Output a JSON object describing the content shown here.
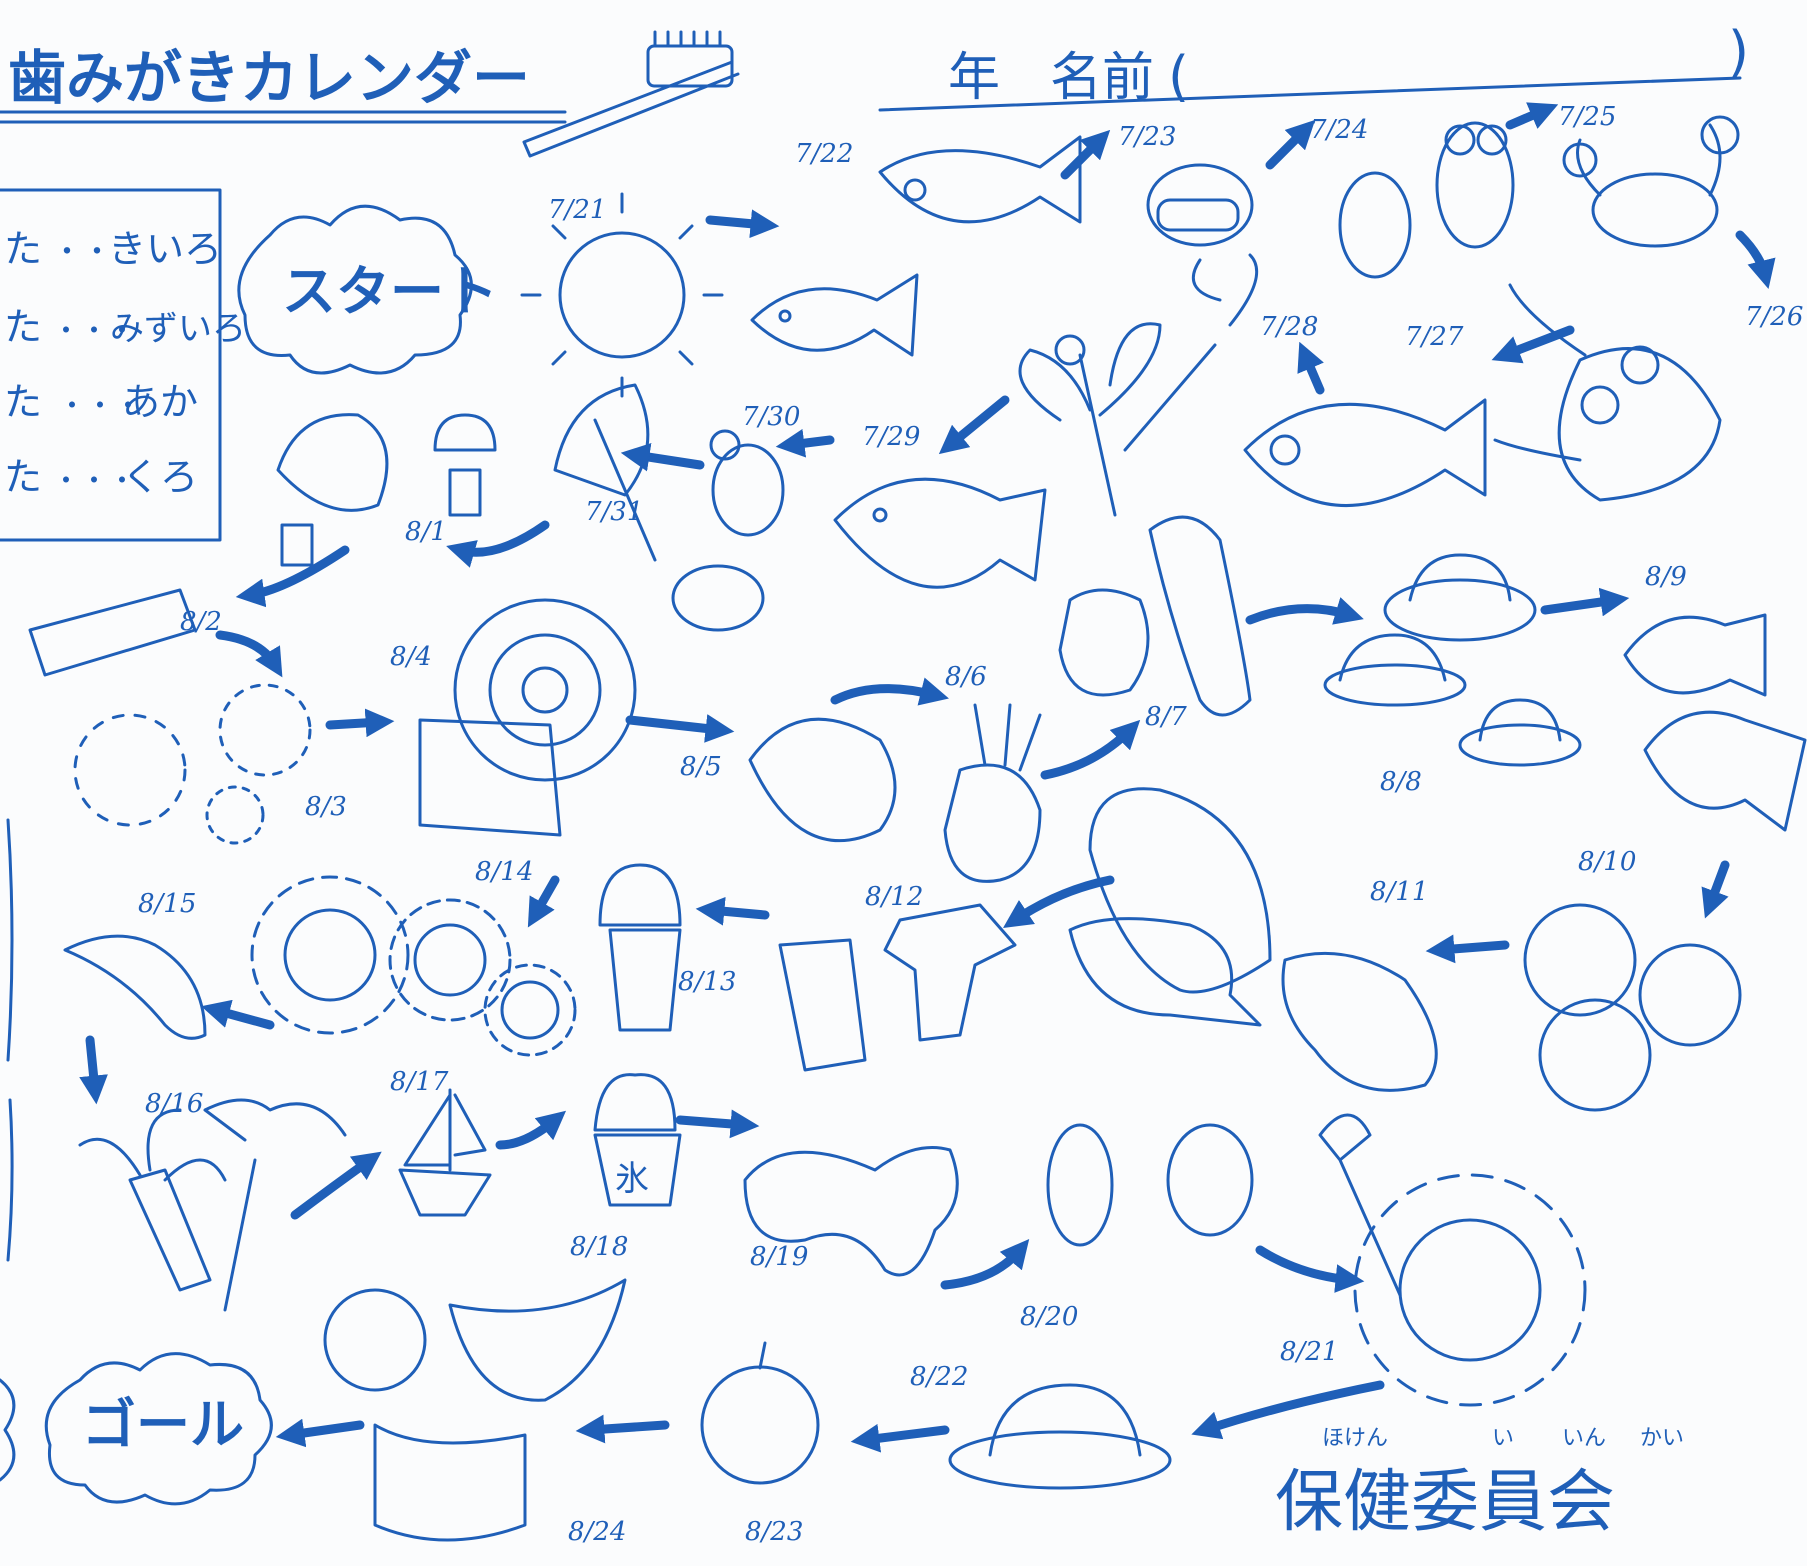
{
  "title": "歯みがきカレンダー",
  "name_prefix": "年",
  "name_label": "名前",
  "name_paren_open": "(",
  "name_paren_close": ")",
  "start_label": "スタート",
  "goal_label": "ゴール",
  "legend": [
    {
      "label": "た",
      "dots": "・・",
      "color_word": "きいろ"
    },
    {
      "label": "た",
      "dots": "・・・",
      "color_word": "みずいろ"
    },
    {
      "label": "た",
      "dots": "・・・",
      "color_word": "あか"
    },
    {
      "label": "た",
      "dots": "・・・",
      "color_word": "くろ"
    }
  ],
  "footer": {
    "text": "保健委員会",
    "ruby": [
      "ほけん",
      "い",
      "いん",
      "かい"
    ]
  },
  "dates": [
    "7/21",
    "7/22",
    "7/23",
    "7/24",
    "7/25",
    "7/26",
    "7/27",
    "7/28",
    "7/29",
    "7/30",
    "7/31",
    "8/1",
    "8/2",
    "8/3",
    "8/4",
    "8/5",
    "8/6",
    "8/7",
    "8/8",
    "8/9",
    "8/10",
    "8/11",
    "8/12",
    "8/13",
    "8/14",
    "8/15",
    "8/16",
    "8/17",
    "8/18",
    "8/19",
    "8/20",
    "8/21",
    "8/22",
    "8/23",
    "8/24"
  ],
  "ink_color": "#1f5fb8"
}
